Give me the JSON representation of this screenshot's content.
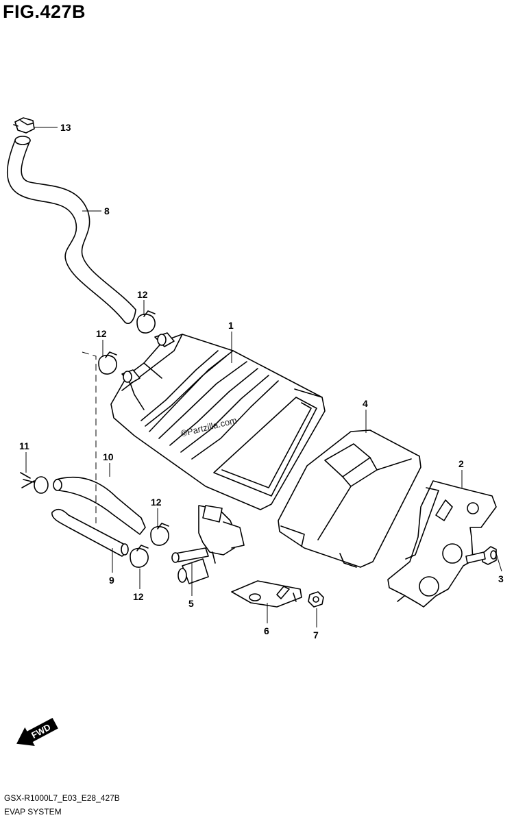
{
  "figure": {
    "title": "FIG.427B",
    "code": "GSX-R1000L7_E03_E28_427B",
    "system": "EVAP SYSTEM",
    "watermark": "©Partzilla.com",
    "direction_label": "FWD"
  },
  "callouts": [
    {
      "id": "callout-1",
      "label": "1"
    },
    {
      "id": "callout-2",
      "label": "2"
    },
    {
      "id": "callout-3",
      "label": "3"
    },
    {
      "id": "callout-4",
      "label": "4"
    },
    {
      "id": "callout-5",
      "label": "5"
    },
    {
      "id": "callout-6",
      "label": "6"
    },
    {
      "id": "callout-7",
      "label": "7"
    },
    {
      "id": "callout-8",
      "label": "8"
    },
    {
      "id": "callout-9",
      "label": "9"
    },
    {
      "id": "callout-10",
      "label": "10"
    },
    {
      "id": "callout-11",
      "label": "11"
    },
    {
      "id": "callout-12a",
      "label": "12"
    },
    {
      "id": "callout-12b",
      "label": "12"
    },
    {
      "id": "callout-12c",
      "label": "12"
    },
    {
      "id": "callout-12d",
      "label": "12"
    },
    {
      "id": "callout-13",
      "label": "13"
    }
  ]
}
